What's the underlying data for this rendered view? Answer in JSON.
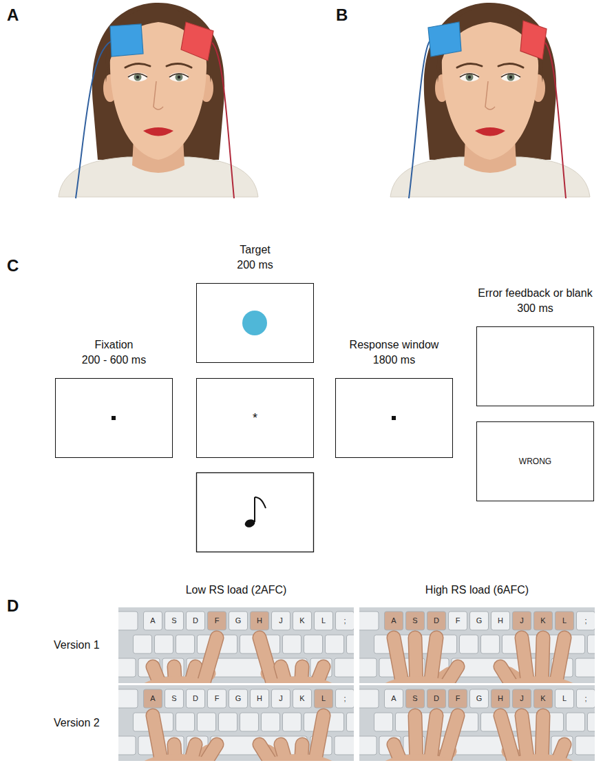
{
  "diagram": {
    "nodes": [
      {
        "text": [
          "Fixation",
          "200 - 600 ms"
        ]
      },
      {
        "text": [
          "Target",
          "200 ms"
        ]
      },
      {
        "text": [
          "*"
        ]
      },
      {
        "text": [
          "Response window",
          "1800 ms"
        ]
      },
      {
        "text": [
          "Error feedback or blank",
          "300 ms"
        ]
      },
      {
        "text": [
          "WRONG"
        ]
      }
    ],
    "labels": [
      "A",
      "B",
      "C",
      "D",
      "Low RS load (2AFC)",
      "High RS load (6AFC)",
      "Version 1",
      "A",
      "S",
      "D",
      "F",
      "G",
      "H",
      "J",
      "K",
      "L",
      ";",
      "A",
      "S",
      "D",
      "F",
      "G",
      "H",
      "J",
      "K",
      "L",
      ";",
      "Version 2",
      "A",
      "S",
      "D",
      "F",
      "G",
      "H",
      "J",
      "K",
      "L",
      ";",
      "A",
      "S",
      "D",
      "F",
      "G",
      "H",
      "J",
      "K",
      "L",
      ";"
    ]
  }
}
